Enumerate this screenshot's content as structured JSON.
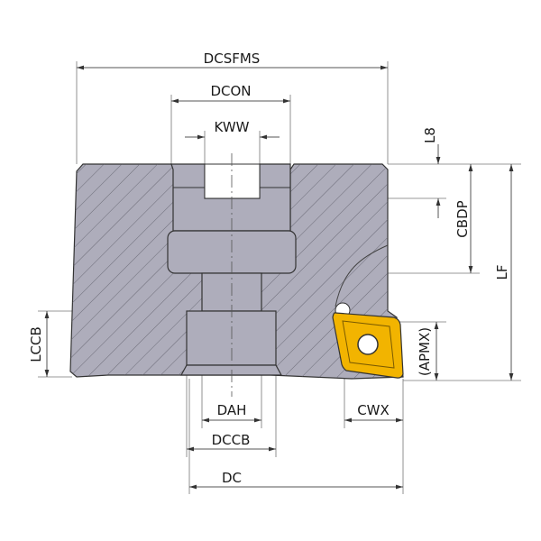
{
  "dimensions": {
    "dcsfms": "DCSFMS",
    "dcon": "DCON",
    "kww": "KWW",
    "l8": "L8",
    "cbdp": "CBDP",
    "lf": "LF",
    "lccb": "LCCB",
    "apmx": "(APMX)",
    "dah": "DAH",
    "dccb": "DCCB",
    "cwx": "CWX",
    "dc": "DC"
  },
  "colors": {
    "body": "#aeadbb",
    "insert": "#f2b400"
  }
}
